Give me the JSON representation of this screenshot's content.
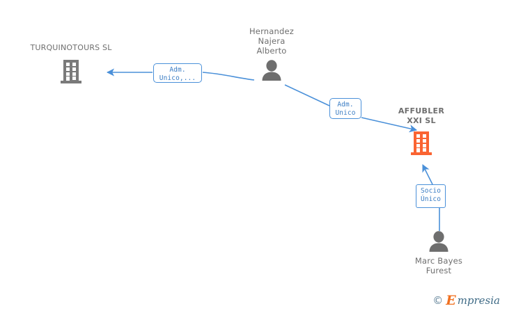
{
  "diagram": {
    "type": "corporate-relationship-graph",
    "background": "#ffffff",
    "colors": {
      "edge": "#4a90d9",
      "label_border": "#4a90d9",
      "label_text": "#3b7dc4",
      "node_text": "#6e6e6e",
      "company_gray": "#7a7a7a",
      "company_highlight": "#fa6432",
      "person_gray": "#6e6e6e"
    },
    "nodes": [
      {
        "id": "turquinotours",
        "kind": "company",
        "label": "TURQUINOTOURS SL",
        "icon": "building-icon",
        "highlight": false
      },
      {
        "id": "hernandez",
        "kind": "person",
        "label": "Hernandez\nNajera\nAlberto",
        "icon": "person-icon"
      },
      {
        "id": "affubler",
        "kind": "company",
        "label": "AFFUBLER\nXXI SL",
        "icon": "building-icon",
        "highlight": true
      },
      {
        "id": "marc",
        "kind": "person",
        "label": "Marc Bayes\nFurest",
        "icon": "person-icon"
      }
    ],
    "edges": [
      {
        "id": "edge-1",
        "from": "hernandez",
        "to": "turquinotours",
        "label": "Adm.\nUnico,...",
        "direction": "to-company"
      },
      {
        "id": "edge-2",
        "from": "hernandez",
        "to": "affubler",
        "label": "Adm.\nUnico",
        "direction": "to-company"
      },
      {
        "id": "edge-3",
        "from": "marc",
        "to": "affubler",
        "label": "Socio\nÚnico",
        "direction": "to-company"
      }
    ]
  },
  "watermark": {
    "copyright": "©",
    "brand_initial": "E",
    "brand_rest": "mpresia"
  }
}
